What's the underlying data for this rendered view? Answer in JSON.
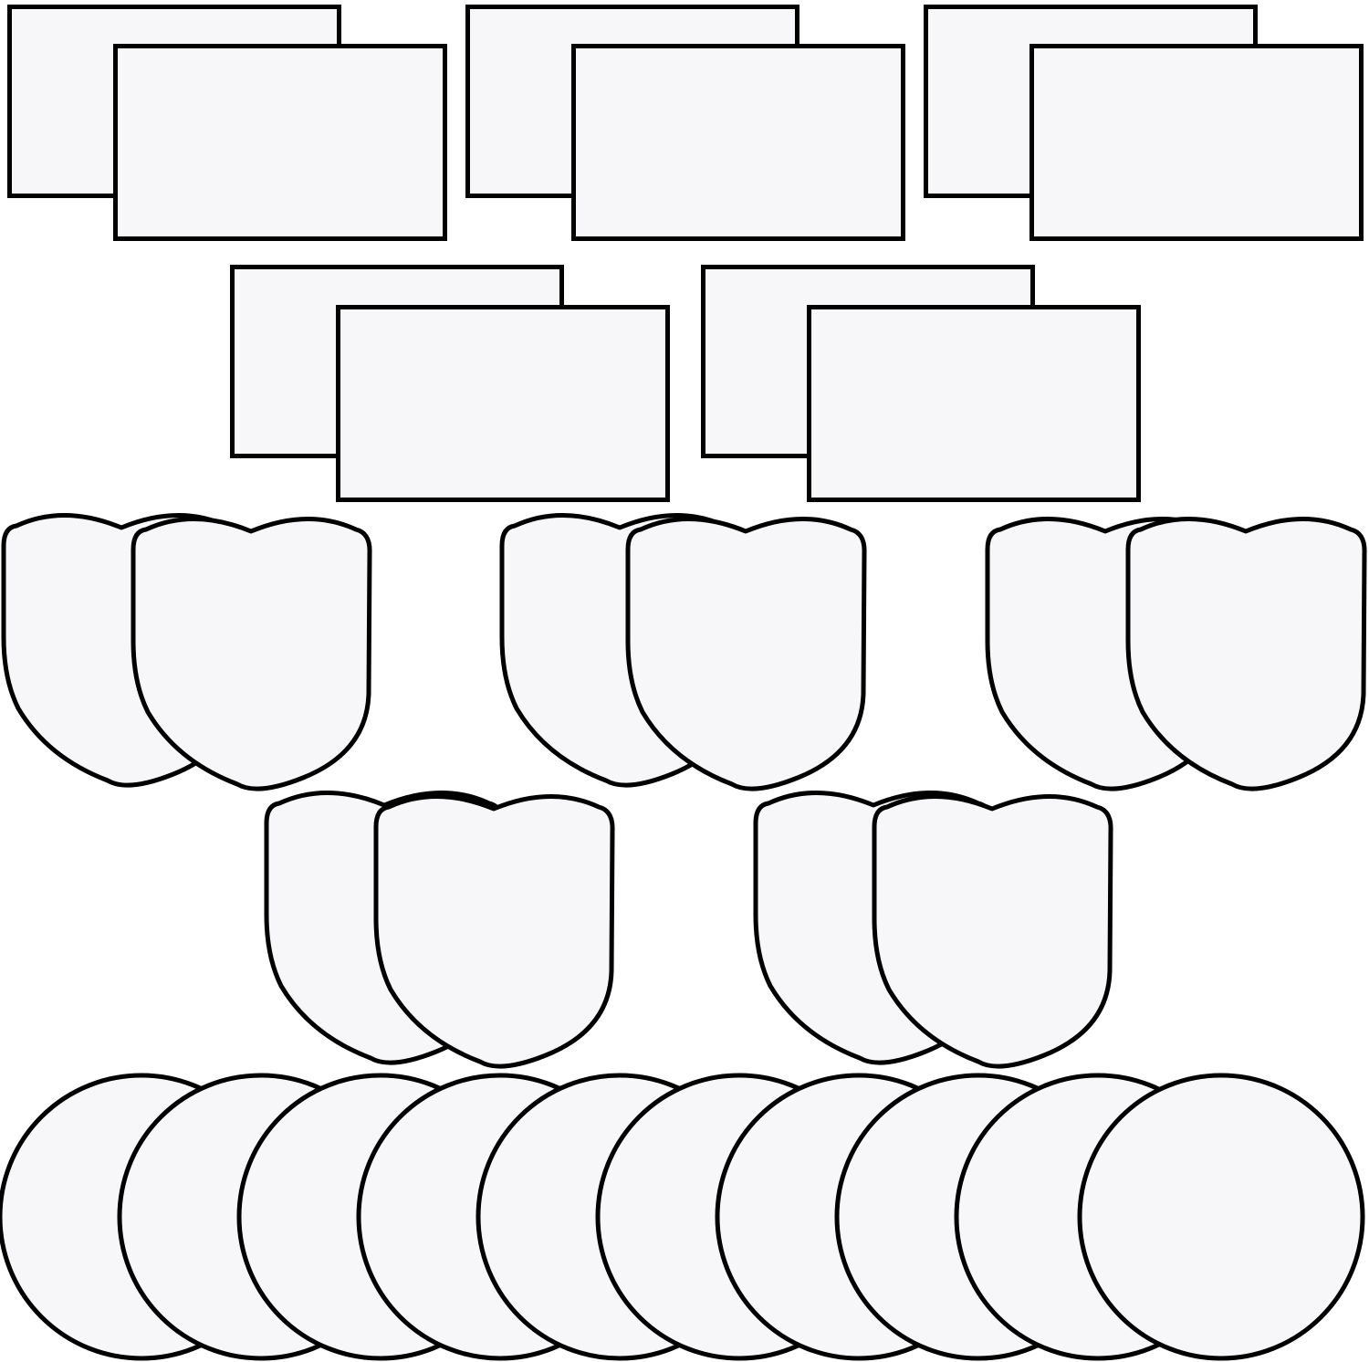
{
  "colors": {
    "background": "#ffffff",
    "patch_fill": "#f7f7fa",
    "border": "#000000"
  },
  "groups": [
    {
      "name": "rectangle-patches",
      "shape": "rectangle",
      "count": 10
    },
    {
      "name": "shield-patches",
      "shape": "shield",
      "count": 10
    },
    {
      "name": "round-patches",
      "shape": "circle",
      "count": 10
    }
  ]
}
